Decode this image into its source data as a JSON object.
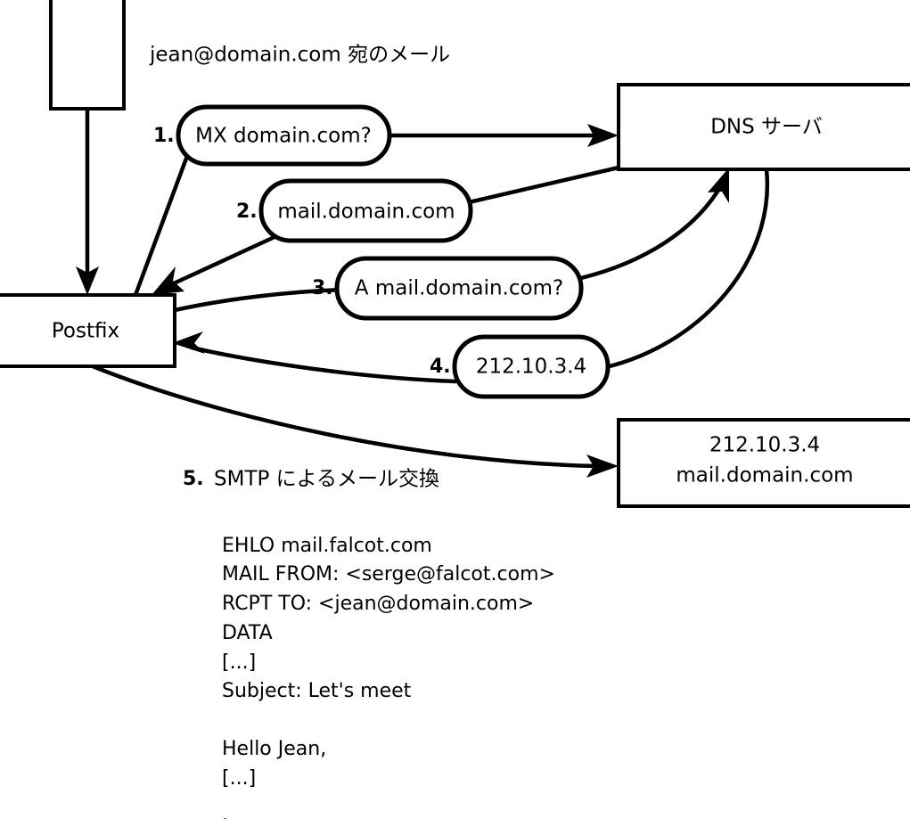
{
  "figure": {
    "caption_top": "jean@domain.com 宛のメール",
    "nodes": {
      "sender_box": {
        "label": ""
      },
      "postfix": {
        "label": "Postfix"
      },
      "dns_server": {
        "label": "DNS サーバ"
      },
      "mail_server": {
        "line1": "212.10.3.4",
        "line2": "mail.domain.com"
      }
    },
    "steps": [
      {
        "number": "1.",
        "label": "MX domain.com?"
      },
      {
        "number": "2.",
        "label": "mail.domain.com"
      },
      {
        "number": "3.",
        "label": "A mail.domain.com?"
      },
      {
        "number": "4.",
        "label": "212.10.3.4"
      },
      {
        "number": "5.",
        "label": "SMTP によるメール交換"
      }
    ],
    "transcript": [
      "EHLO mail.falcot.com",
      "MAIL FROM: <serge@falcot.com>",
      "RCPT TO: <jean@domain.com>",
      "DATA",
      "[...]",
      "Subject: Let's meet",
      "",
      "Hello Jean,",
      "[...]",
      "."
    ],
    "colors": {
      "stroke": "#000000",
      "fill": "#ffffff",
      "text": "#000000"
    }
  }
}
